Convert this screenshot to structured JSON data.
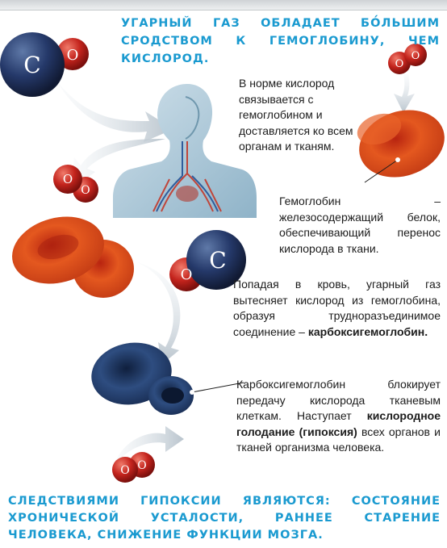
{
  "header": {
    "title": "УГАРНЫЙ ГАЗ ОБЛАДАЕТ БО́ЛЬШИМ СРОДСТВОМ К ГЕМОГЛОБИНУ, ЧЕМ КИСЛОРОД."
  },
  "molecules": {
    "carbon_symbol": "C",
    "oxygen_symbol": "O"
  },
  "paragraphs": {
    "normal_binding": "В норме кислород связывается с гемоглобином и доставляется ко всем органам и тканям.",
    "hemoglobin_def": "Гемоглобин – железосодержащий белок, обеспечивающий перенос кислорода в ткани.",
    "co_entry_text": "Попадая в кровь, угарный газ вытесняет кислород из гемоглобина, образуя трудноразъединимое соединение –",
    "co_entry_term": "карбоксигемоглобин.",
    "block_text_1": "Карбоксигемоглобин блокирует передачу кислорода тканевым клеткам. Наступает",
    "block_term": "кислородное голодание (гипоксия)",
    "block_text_2": "всех органов и тканей организма человека."
  },
  "footer": {
    "conclusion": "СЛЕДСТВИЯМИ ГИПОКСИИ ЯВЛЯЮТСЯ: СОСТОЯНИЕ ХРОНИЧЕСКОЙ УСТАЛОСТИ, РАННЕЕ СТАРЕНИЕ ЧЕЛОВЕКА, СНИЖЕНИЕ ФУНКЦИИ МОЗГА."
  },
  "colors": {
    "heading_blue": "#1a9ad0",
    "carbon_navy": "#1e2f57",
    "oxygen_red": "#c0261f",
    "rbc_red": "#d94a1a",
    "rbc_dark": "#1f3a66"
  }
}
